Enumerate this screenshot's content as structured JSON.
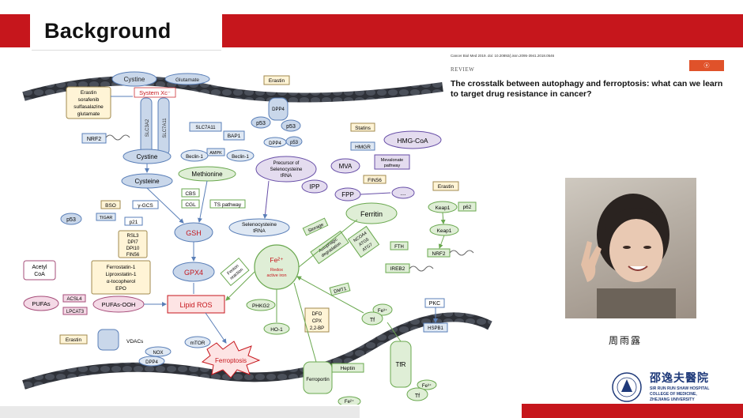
{
  "slide": {
    "title": "Background",
    "person_name": "周雨露"
  },
  "paper": {
    "citation": "Cancer Biol Med 2019. doi: 10.20892/j.issn.2095-3941.2018.0546",
    "review_label": "REVIEW",
    "title": "The crosstalk between autophagy and ferroptosis: what can we learn to target drug resistance in cancer?"
  },
  "college": {
    "name_cn": "邵逸夫醫院",
    "name_en_1": "SIR RUN RUN SHAW HOSPITAL",
    "name_en_2": "COLLEGE OF MEDICINE,",
    "name_en_3": "ZHEJIANG UNIVERSITY"
  },
  "diagram": {
    "cystine_top": "Cystine",
    "glutamate": "Glutamate",
    "system_xc": "System Xc⁻",
    "slc3a2": "SLC3A2",
    "slc7a11": "SLC7A11",
    "erastin_group": [
      "Erastin",
      "sorafenib",
      "sulfasalazine",
      "glutamate"
    ],
    "slc7a11_box": "SLC7A11",
    "p53": "p53",
    "p53_ac": "p53",
    "bap1": "BAP1",
    "ampk": "AMPK",
    "beclin1_a": "Beclin-1",
    "beclin1_b": "Beclin-1",
    "dpp4_mid": "DPP4",
    "p53_b": "p53",
    "nrf2_left": "NRF2",
    "cystine_mid": "Cystine",
    "cysteine": "Cysteine",
    "methionine": "Methionine",
    "cbs": "CBS",
    "cgl": "CGL",
    "ts_pathway": "TS pathway",
    "bso": "BSO",
    "y_gcs": "γ-GCS",
    "p53_c": "p53",
    "tiger": "TIGAR",
    "p21": "p21",
    "gsh": "GSH",
    "selenocysteine": [
      "Selenocysteine",
      "tRNA"
    ],
    "rsl3_group": [
      "RSL3",
      "DPI7",
      "DPI10",
      "FIN56"
    ],
    "gpx4": "GPX4",
    "ferrostatin_group": [
      "Ferrostatin-1",
      "Liproxstatin-1",
      "α-tocopherol",
      "EPO"
    ],
    "acetyl_coa": [
      "Acetyl",
      "CoA"
    ],
    "pufas": "PUFAs",
    "acsl4": "ACSL4",
    "lpcat3": "LPCAT3",
    "pufas_ooh": "PUFAs-OOH",
    "lipid_ros": "Lipid ROS",
    "erastin_bottom": "Erastin",
    "vdacs": "VDACs",
    "nox": "NOX",
    "dpp4_bottom": "DPP4",
    "mtor": "mTOR",
    "ferroptosis": "Ferroptosis",
    "erastin_dpp4": "Erastin",
    "dpp4_top": "DPP4",
    "statins": "Statins",
    "hmgr": "HMGR",
    "hmg_coa": "HMG-CoA",
    "mva": "MVA",
    "mevalonate": [
      "Mevalonate",
      "pathway"
    ],
    "precursor": [
      "Precursor of",
      "Selenocysteine",
      "tRNA"
    ],
    "ipp": "IPP",
    "fpp": "FPP",
    "fin56": "FIN56",
    "dots": "...",
    "ferritin": "Ferritin",
    "storage": "Storage",
    "autophagic": [
      "Autophagic",
      "degradation"
    ],
    "ncoa4": [
      "NCOA4",
      "ATG5",
      "ATG7"
    ],
    "fe_center": "Fe²⁺",
    "fe_sub": [
      "Redox",
      "active iron"
    ],
    "fenton": [
      "Fenton",
      "reaction"
    ],
    "phkg2": "PHKG2",
    "ho1": "HO-1",
    "dfo_group": [
      "DFO",
      "CPX",
      "2,2-BP"
    ],
    "dmt1": "DMT1",
    "fe3_a": "Fe³⁺",
    "tf_a": "Tf",
    "fth": "FTH",
    "ireb2": "IREB2",
    "nrf2_right": "NRF2",
    "erastin_right": "Erastin",
    "keap1_a": "Keap1",
    "p62": "p62",
    "keap1_b": "Keap1",
    "pkc": "PKC",
    "hspb1": "HSPB1",
    "heptin": "Heptin",
    "ferroportin": "Ferroportin",
    "fe2_bottom": "Fe²⁺",
    "tfr": "TfR",
    "fe3_b": "Fe³⁺",
    "tf_b": "Tf"
  }
}
